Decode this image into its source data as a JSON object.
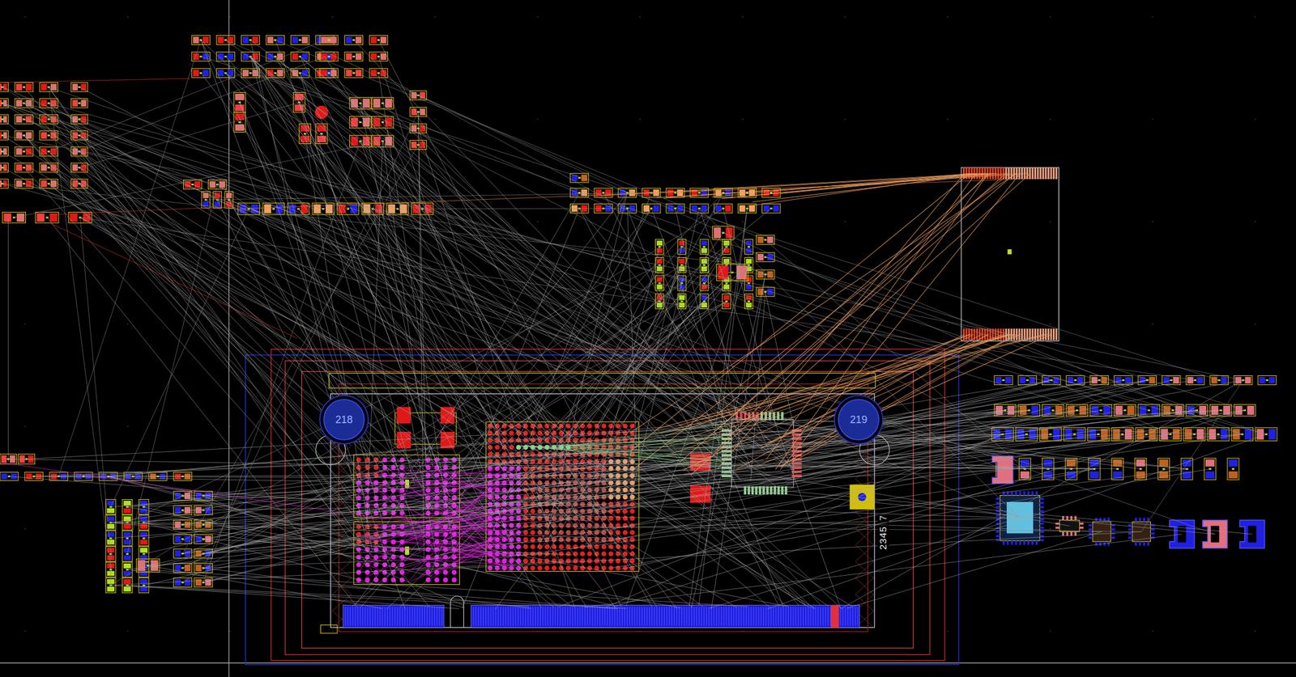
{
  "diagram": {
    "nodes": [
      {
        "text": [
          "218"
        ]
      },
      {
        "text": [
          "219"
        ]
      }
    ],
    "labels": [
      "2345",
      "7"
    ]
  }
}
